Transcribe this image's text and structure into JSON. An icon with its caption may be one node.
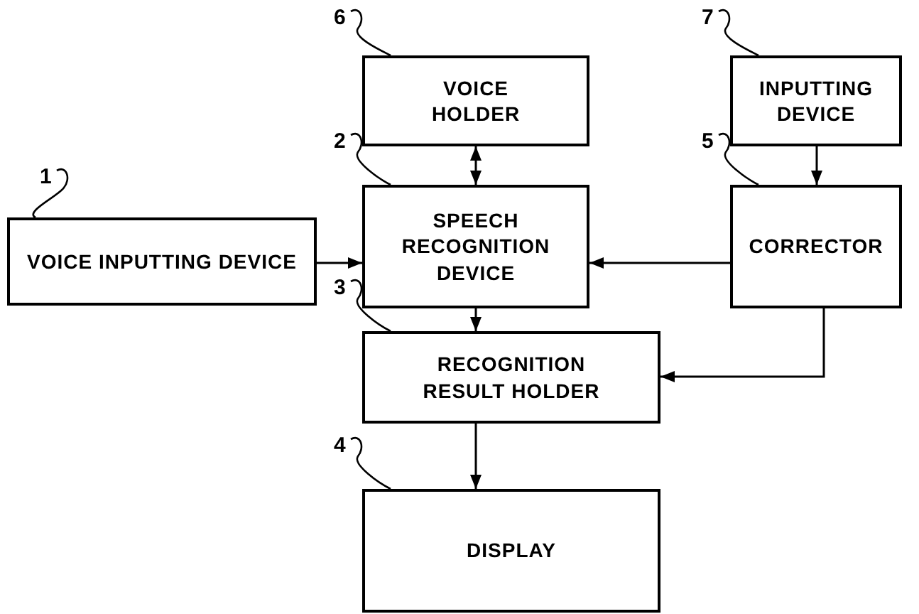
{
  "diagram": {
    "nodes": [
      {
        "text": [
          "VOICE HOLDER"
        ]
      },
      {
        "text": [
          "INPUTTING DEVICE"
        ]
      },
      {
        "text": [
          "VOICE INPUTTING DEVICE"
        ]
      },
      {
        "text": [
          "SPEECH RECOGNITION DEVICE"
        ]
      },
      {
        "text": [
          "CORRECTOR"
        ]
      },
      {
        "text": [
          "RECOGNITION RESULT HOLDER"
        ]
      },
      {
        "text": [
          "DISPLAY"
        ]
      },
      {
        "text": [
          "6"
        ]
      },
      {
        "text": [
          "7"
        ]
      },
      {
        "text": [
          "1"
        ]
      },
      {
        "text": [
          "2"
        ]
      },
      {
        "text": [
          "5"
        ]
      },
      {
        "text": [
          "3"
        ]
      },
      {
        "text": [
          "4"
        ]
      }
    ],
    "edges": [
      {
        "from": 0,
        "to": 3,
        "arrow": "both"
      },
      {
        "from": 1,
        "to": 4,
        "arrow": "to"
      },
      {
        "from": 2,
        "to": 3,
        "arrow": "to"
      },
      {
        "from": 4,
        "to": 3,
        "arrow": "to"
      },
      {
        "from": 3,
        "to": 5,
        "arrow": "to"
      },
      {
        "from": 4,
        "to": 5,
        "arrow": "to"
      },
      {
        "from": 5,
        "to": 6,
        "arrow": "to"
      },
      {
        "from": 7,
        "to": 0,
        "arrow": "none"
      },
      {
        "from": 8,
        "to": 1,
        "arrow": "none"
      },
      {
        "from": 9,
        "to": 2,
        "arrow": "none"
      },
      {
        "from": 10,
        "to": 3,
        "arrow": "none"
      },
      {
        "from": 11,
        "to": 4,
        "arrow": "none"
      },
      {
        "from": 12,
        "to": 5,
        "arrow": "none"
      },
      {
        "from": 13,
        "to": 6,
        "arrow": "none"
      }
    ]
  }
}
